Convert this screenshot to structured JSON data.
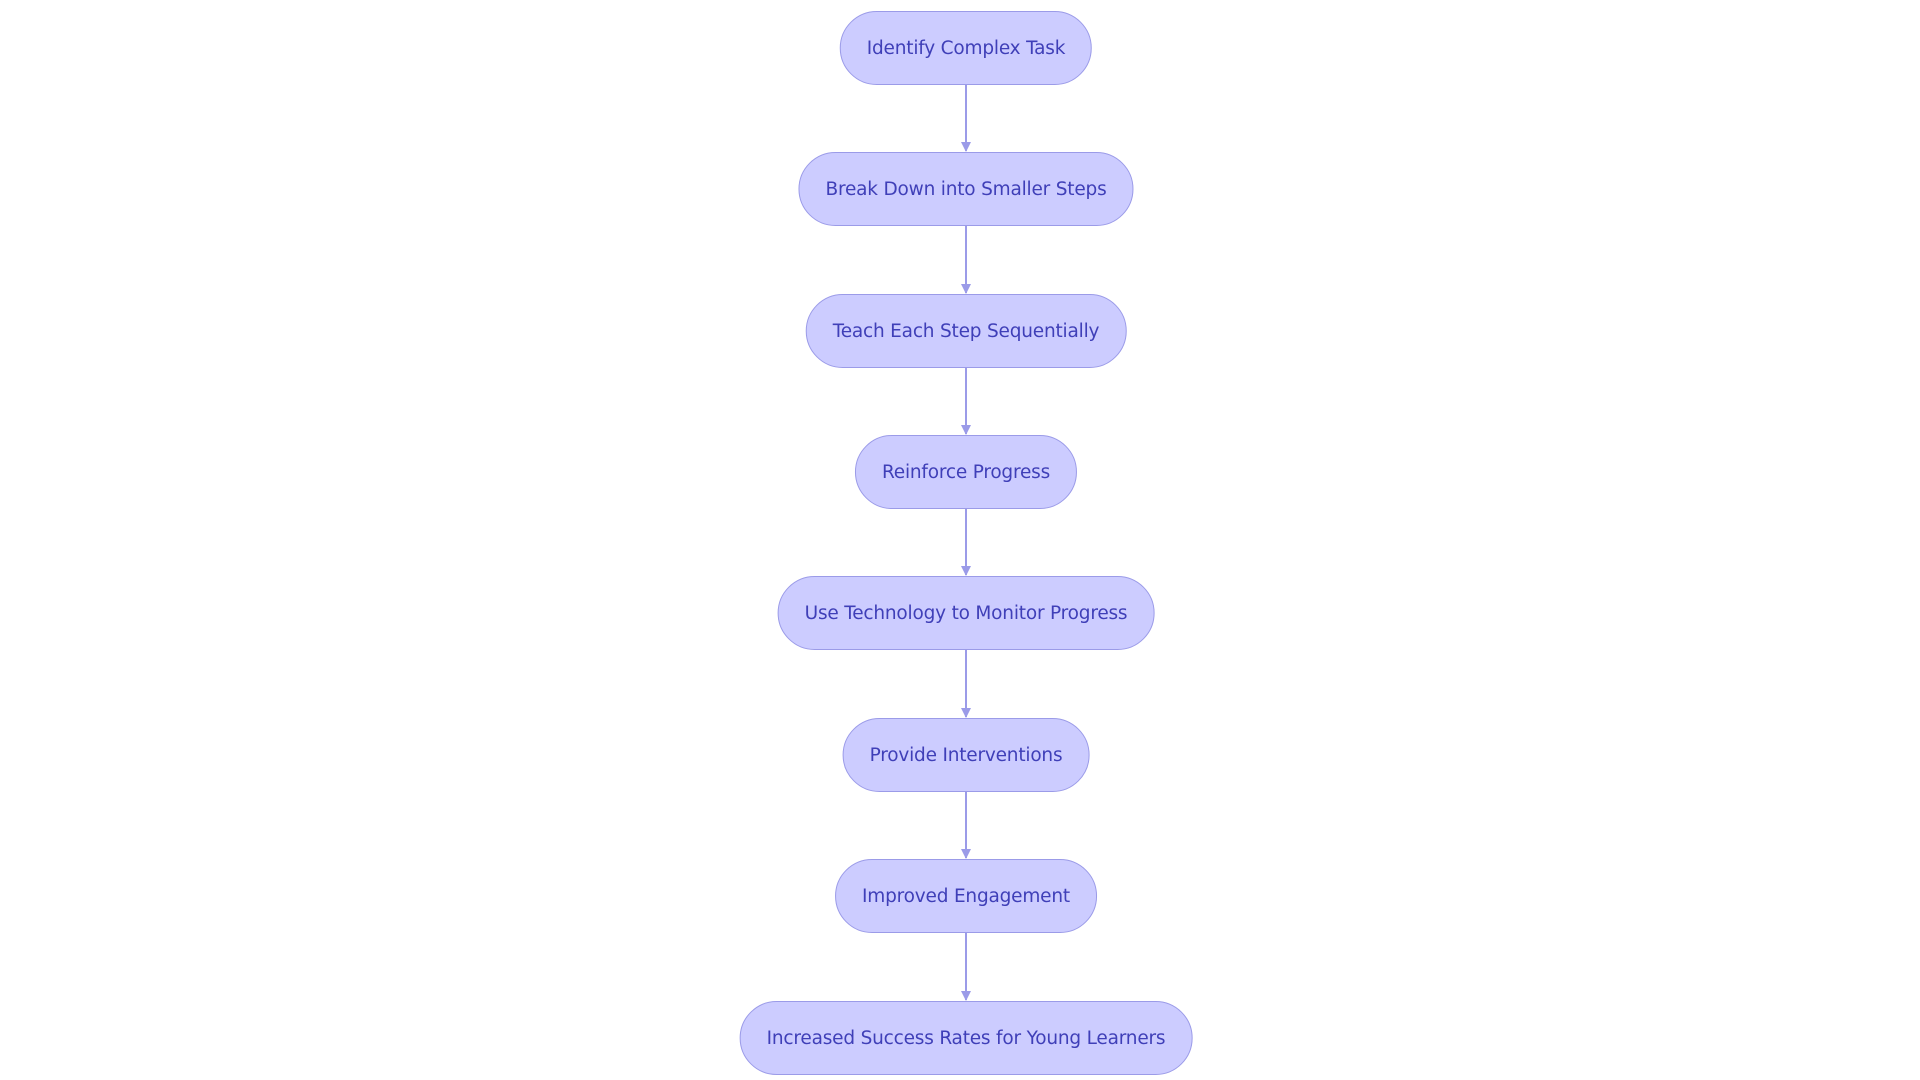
{
  "flowchart": {
    "nodes": [
      {
        "id": "n1",
        "label": "Identify Complex Task"
      },
      {
        "id": "n2",
        "label": "Break Down into Smaller Steps"
      },
      {
        "id": "n3",
        "label": "Teach Each Step Sequentially"
      },
      {
        "id": "n4",
        "label": "Reinforce Progress"
      },
      {
        "id": "n5",
        "label": "Use Technology to Monitor Progress"
      },
      {
        "id": "n6",
        "label": "Provide Interventions"
      },
      {
        "id": "n7",
        "label": "Improved Engagement"
      },
      {
        "id": "n8",
        "label": "Increased Success Rates for Young Learners"
      }
    ],
    "edges": [
      {
        "from": "n1",
        "to": "n2"
      },
      {
        "from": "n2",
        "to": "n3"
      },
      {
        "from": "n3",
        "to": "n4"
      },
      {
        "from": "n4",
        "to": "n5"
      },
      {
        "from": "n5",
        "to": "n6"
      },
      {
        "from": "n6",
        "to": "n7"
      },
      {
        "from": "n7",
        "to": "n8"
      }
    ]
  },
  "colors": {
    "node_fill": "#ccccff",
    "node_border": "#9b9be8",
    "node_text": "#3f3fb8",
    "edge": "#9b9be8"
  }
}
